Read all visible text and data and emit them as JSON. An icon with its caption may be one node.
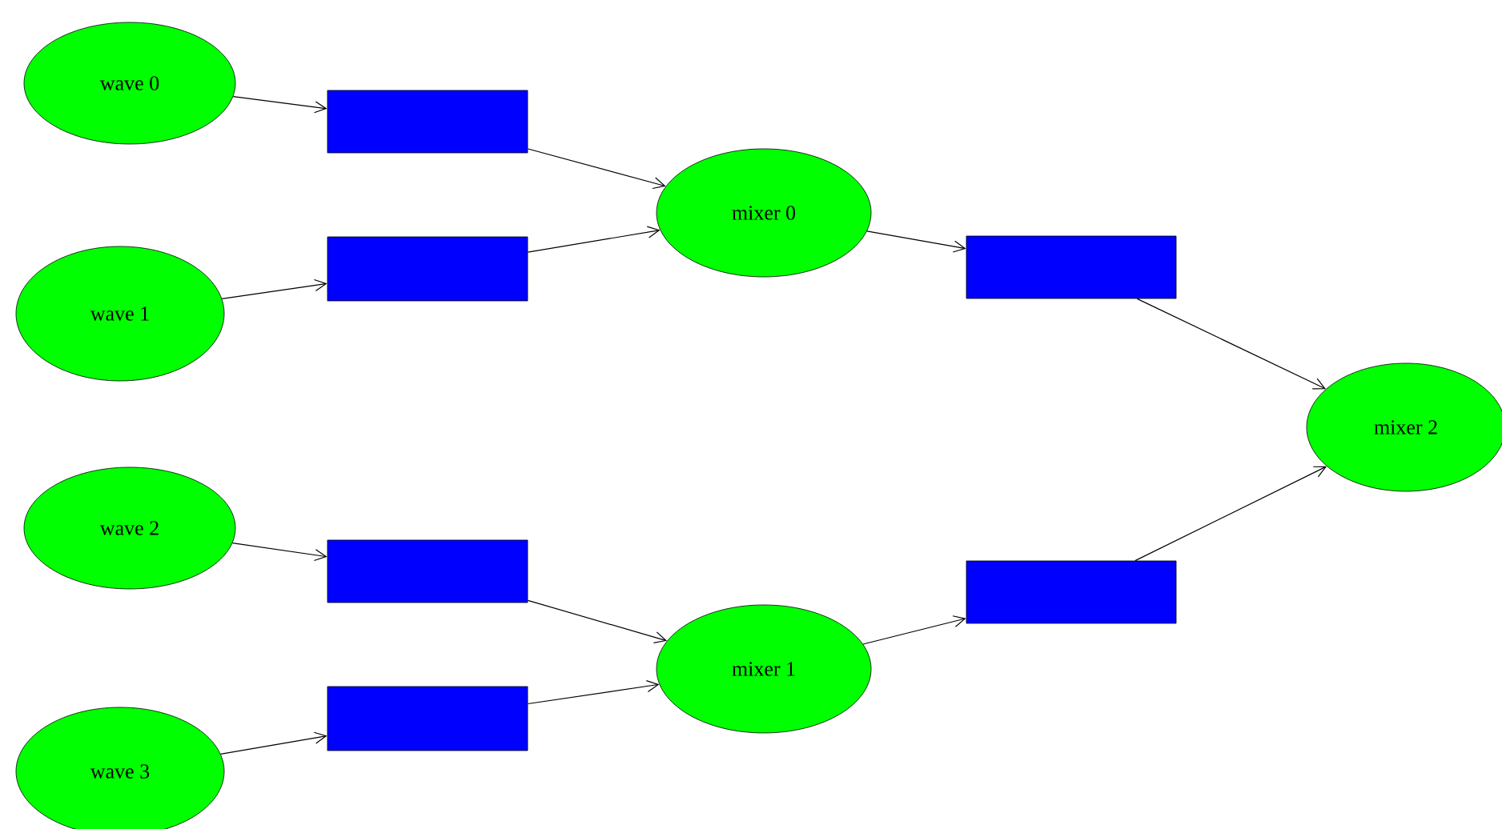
{
  "diagram": {
    "nodes": [
      {
        "text": [
          "wave 0"
        ]
      },
      {
        "text": [
          "wave 1"
        ]
      },
      {
        "text": [
          "wave 2"
        ]
      },
      {
        "text": [
          "wave 3"
        ]
      },
      {
        "text": [
          "mixer 0"
        ]
      },
      {
        "text": [
          "mixer 1"
        ]
      },
      {
        "text": [
          "mixer 2"
        ]
      },
      {
        "text": [],
        "shape": "box"
      },
      {
        "text": [],
        "shape": "box"
      },
      {
        "text": [],
        "shape": "box"
      },
      {
        "text": [],
        "shape": "box"
      },
      {
        "text": [],
        "shape": "box"
      },
      {
        "text": [],
        "shape": "box"
      }
    ],
    "edges": [
      {
        "from": 0,
        "to": 7,
        "arrow": "to"
      },
      {
        "from": 7,
        "to": 4,
        "arrow": "to"
      },
      {
        "from": 1,
        "to": 8,
        "arrow": "to"
      },
      {
        "from": 8,
        "to": 4,
        "arrow": "to"
      },
      {
        "from": 4,
        "to": 11,
        "arrow": "to"
      },
      {
        "from": 11,
        "to": 6,
        "arrow": "to"
      },
      {
        "from": 2,
        "to": 9,
        "arrow": "to"
      },
      {
        "from": 9,
        "to": 5,
        "arrow": "to"
      },
      {
        "from": 3,
        "to": 10,
        "arrow": "to"
      },
      {
        "from": 10,
        "to": 5,
        "arrow": "to"
      },
      {
        "from": 5,
        "to": 12,
        "arrow": "to"
      },
      {
        "from": 12,
        "to": 6,
        "arrow": "to"
      }
    ]
  }
}
